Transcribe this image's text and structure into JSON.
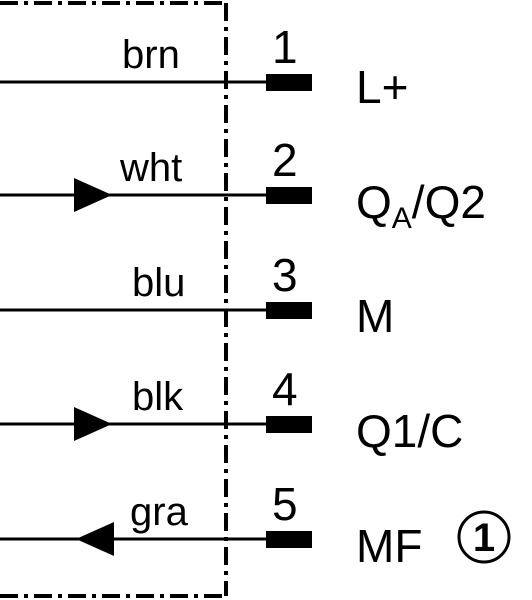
{
  "pins": [
    {
      "wire": "brn",
      "number": "1",
      "signal": "L+",
      "arrow": "none"
    },
    {
      "wire": "wht",
      "number": "2",
      "signal_main": "Q",
      "signal_sub": "A",
      "signal_rest": "/Q2",
      "arrow": "right"
    },
    {
      "wire": "blu",
      "number": "3",
      "signal": "M",
      "arrow": "none"
    },
    {
      "wire": "blk",
      "number": "4",
      "signal": "Q1/C",
      "arrow": "right"
    },
    {
      "wire": "gra",
      "number": "5",
      "signal": "MF",
      "note_marker": "1",
      "arrow": "left"
    }
  ]
}
